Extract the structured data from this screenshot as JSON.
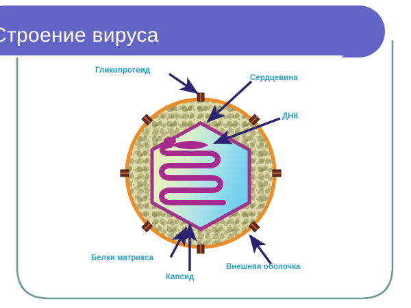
{
  "slide": {
    "title": "Строение вируса",
    "background_color": "#ffffff",
    "banner_color": "#6265c6",
    "banner_underline_color": "#ffffff",
    "frame_border_color": "#6b9a95"
  },
  "diagram": {
    "name": "virus-structure-diagram",
    "envelope_color": "#f08a22",
    "matrix_fill_color": "#ddd9a8",
    "matrix_speckle_color": "#7d7a42",
    "capsid_outline_color": "#a0348a",
    "capsid_gradient_from": "#e8f2a8",
    "capsid_gradient_to": "#7fd4ee",
    "dna_color": "#a82a8e",
    "spike_color": "#6b2a1f",
    "arrow_color": "#2b2270",
    "leader_color": "#2b2270"
  },
  "labels": [
    {
      "id": "glycoprotein",
      "text": "Гликопротеид",
      "color": "#1b8fc4"
    },
    {
      "id": "core",
      "text": "Сердцевина",
      "color": "#2e9dc4"
    },
    {
      "id": "dna",
      "text": "ДНК",
      "color": "#2e9dc4"
    },
    {
      "id": "matrix",
      "text": "Белки матрикса",
      "color": "#2e9dc4"
    },
    {
      "id": "capsid",
      "text": "Капсид",
      "color": "#2e9dc4"
    },
    {
      "id": "envelope",
      "text": "Внешняя оболочка",
      "color": "#2e9dc4"
    }
  ]
}
